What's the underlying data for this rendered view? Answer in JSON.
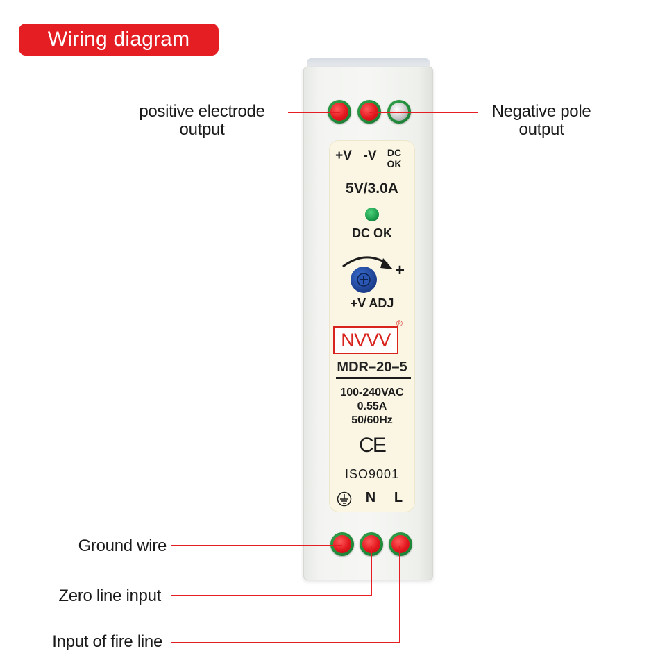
{
  "title": "Wiring diagram",
  "callouts": {
    "positive_line1": "positive electrode",
    "positive_line2": "output",
    "negative_line1": "Negative pole",
    "negative_line2": "output",
    "ground": "Ground wire",
    "zero": "Zero line input",
    "fire": "Input of fire line"
  },
  "device": {
    "terminal_plus": "+V",
    "terminal_minus": "-V",
    "terminal_dcok_1": "DC",
    "terminal_dcok_2": "OK",
    "rating": "5V/3.0A",
    "led_label": "DC OK",
    "adjust_plus": "+",
    "adjust_label": "+V ADJ",
    "brand": "NVVV",
    "registered": "®",
    "model": "MDR–20–5",
    "input_voltage": "100-240VAC",
    "input_current": "0.55A",
    "frequency": "50/60Hz",
    "ce_mark": "CE",
    "iso": "ISO9001",
    "neutral": "N",
    "live": "L"
  },
  "colors": {
    "accent_red": "#e41e23",
    "terminal_green": "#1f8b3a",
    "brand_red": "#d9241d",
    "plate": "#faf6e3"
  }
}
